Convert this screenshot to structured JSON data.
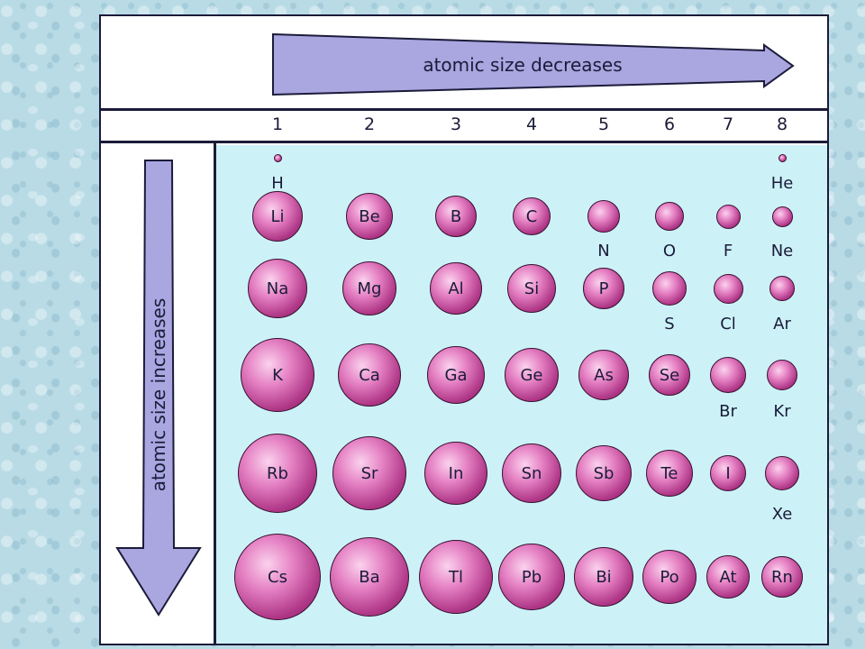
{
  "arrows": {
    "horizontal_label": "atomic size decreases",
    "vertical_label": "atomic size increases"
  },
  "groups": [
    "1",
    "2",
    "3",
    "4",
    "5",
    "6",
    "7",
    "8"
  ],
  "colors": {
    "atom": "#c0449a",
    "grid_background": "#ccf2f8",
    "arrow_fill": "#a9a6e0",
    "frame_lines": "#1b1b3a"
  },
  "elements": [
    {
      "symbol": "H",
      "row": 1,
      "group": 1
    },
    {
      "symbol": "He",
      "row": 1,
      "group": 8
    },
    {
      "symbol": "Li",
      "row": 2,
      "group": 1
    },
    {
      "symbol": "Be",
      "row": 2,
      "group": 2
    },
    {
      "symbol": "B",
      "row": 2,
      "group": 3
    },
    {
      "symbol": "C",
      "row": 2,
      "group": 4
    },
    {
      "symbol": "N",
      "row": 2,
      "group": 5
    },
    {
      "symbol": "O",
      "row": 2,
      "group": 6
    },
    {
      "symbol": "F",
      "row": 2,
      "group": 7
    },
    {
      "symbol": "Ne",
      "row": 2,
      "group": 8
    },
    {
      "symbol": "Na",
      "row": 3,
      "group": 1
    },
    {
      "symbol": "Mg",
      "row": 3,
      "group": 2
    },
    {
      "symbol": "Al",
      "row": 3,
      "group": 3
    },
    {
      "symbol": "Si",
      "row": 3,
      "group": 4
    },
    {
      "symbol": "P",
      "row": 3,
      "group": 5
    },
    {
      "symbol": "S",
      "row": 3,
      "group": 6
    },
    {
      "symbol": "Cl",
      "row": 3,
      "group": 7
    },
    {
      "symbol": "Ar",
      "row": 3,
      "group": 8
    },
    {
      "symbol": "K",
      "row": 4,
      "group": 1
    },
    {
      "symbol": "Ca",
      "row": 4,
      "group": 2
    },
    {
      "symbol": "Ga",
      "row": 4,
      "group": 3
    },
    {
      "symbol": "Ge",
      "row": 4,
      "group": 4
    },
    {
      "symbol": "As",
      "row": 4,
      "group": 5
    },
    {
      "symbol": "Se",
      "row": 4,
      "group": 6
    },
    {
      "symbol": "Br",
      "row": 4,
      "group": 7
    },
    {
      "symbol": "Kr",
      "row": 4,
      "group": 8
    },
    {
      "symbol": "Rb",
      "row": 5,
      "group": 1
    },
    {
      "symbol": "Sr",
      "row": 5,
      "group": 2
    },
    {
      "symbol": "In",
      "row": 5,
      "group": 3
    },
    {
      "symbol": "Sn",
      "row": 5,
      "group": 4
    },
    {
      "symbol": "Sb",
      "row": 5,
      "group": 5
    },
    {
      "symbol": "Te",
      "row": 5,
      "group": 6
    },
    {
      "symbol": "I",
      "row": 5,
      "group": 7
    },
    {
      "symbol": "Xe",
      "row": 5,
      "group": 8
    },
    {
      "symbol": "Cs",
      "row": 6,
      "group": 1
    },
    {
      "symbol": "Ba",
      "row": 6,
      "group": 2
    },
    {
      "symbol": "Tl",
      "row": 6,
      "group": 3
    },
    {
      "symbol": "Pb",
      "row": 6,
      "group": 4
    },
    {
      "symbol": "Bi",
      "row": 6,
      "group": 5
    },
    {
      "symbol": "Po",
      "row": 6,
      "group": 6
    },
    {
      "symbol": "At",
      "row": 6,
      "group": 7
    },
    {
      "symbol": "Rn",
      "row": 6,
      "group": 8
    }
  ]
}
